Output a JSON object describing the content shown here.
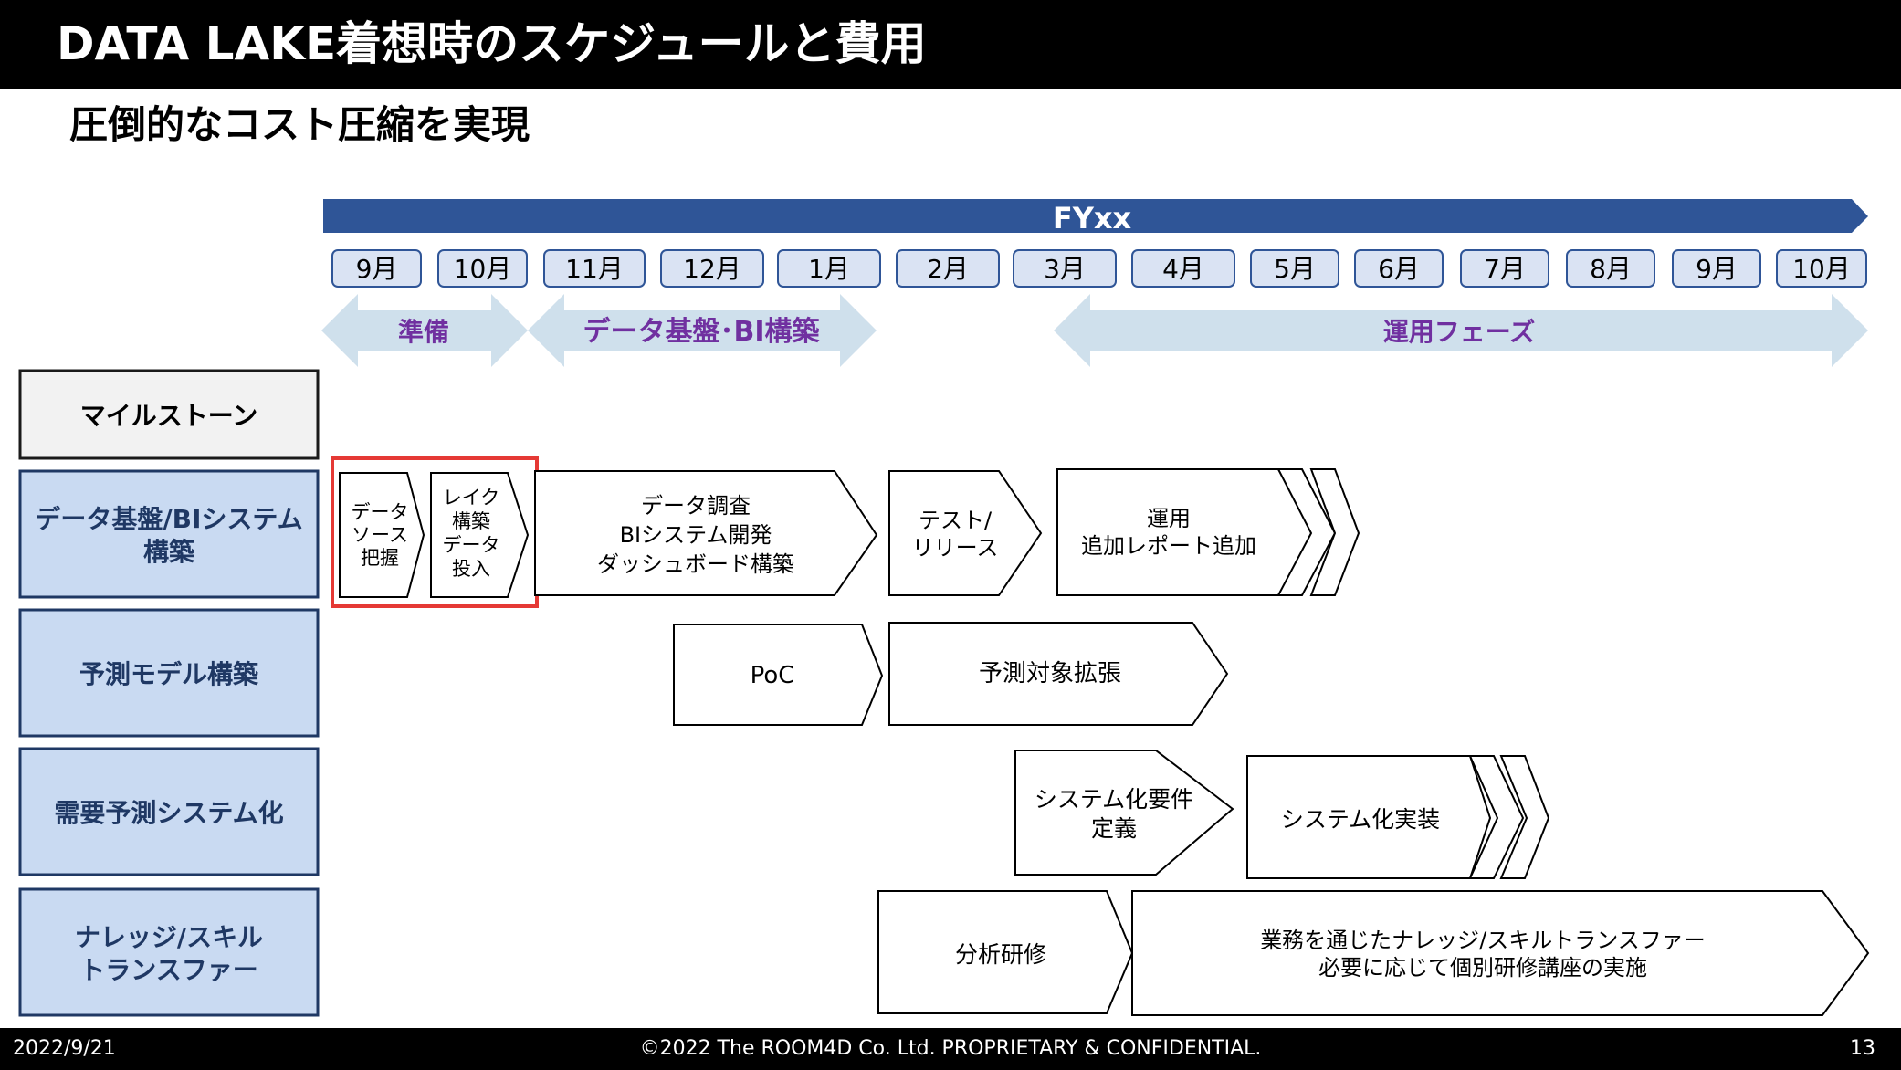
{
  "title": "DATA LAKE着想時のスケジュールと費用",
  "subtitle": "圧倒的なコスト圧縮を実現",
  "timeline": {
    "fiscal_year": "FYxx",
    "months": [
      "9月",
      "10月",
      "11月",
      "12月",
      "1月",
      "2月",
      "3月",
      "4月",
      "5月",
      "6月",
      "7月",
      "8月",
      "9月",
      "10月"
    ]
  },
  "phases": [
    {
      "label": "準備"
    },
    {
      "label": "データ基盤･BI構築"
    },
    {
      "label": "運用フェーズ"
    }
  ],
  "rows": [
    {
      "label": [
        "マイルストーン"
      ]
    },
    {
      "label": [
        "データ基盤/BIシステム",
        "構築"
      ]
    },
    {
      "label": [
        "予測モデル構築"
      ]
    },
    {
      "label": [
        "需要予測システム化"
      ]
    },
    {
      "label": [
        "ナレッジ/スキル",
        "トランスファー"
      ]
    }
  ],
  "tasks": {
    "data_source": [
      "データ",
      "ソース",
      "把握"
    ],
    "lake_build": [
      "レイク",
      "構築",
      "データ",
      "投入"
    ],
    "data_survey": [
      "データ調査",
      "BIシステム開発",
      "ダッシュボード構築"
    ],
    "test_release": [
      "テスト/",
      "リリース"
    ],
    "operation": [
      "運用",
      "追加レポート追加"
    ],
    "poc": [
      "PoC"
    ],
    "prediction_expand": [
      "予測対象拡張"
    ],
    "system_req": [
      "システム化要件",
      "定義"
    ],
    "system_impl": [
      "システム化実装"
    ],
    "analysis_training": [
      "分析研修"
    ],
    "skill_transfer": [
      "業務を通じたナレッジ/スキルトランスファー",
      "必要に応じて個別研修講座の実施"
    ]
  },
  "footer": {
    "date": "2022/9/21",
    "copyright": "©2022 The ROOM4D Co. Ltd. PROPRIETARY & CONFIDENTIAL.",
    "page": "13"
  },
  "colors": {
    "fy_bar": "#2f5597",
    "phase_arrow": "#cfe0ec",
    "phase_text": "#7030a0",
    "month_fill": "#dae3f3",
    "month_border": "#2f5597",
    "row_fill": "#c9daf2",
    "row_border": "#1f3864",
    "row_text": "#1f3864",
    "highlight": "#e53935"
  }
}
